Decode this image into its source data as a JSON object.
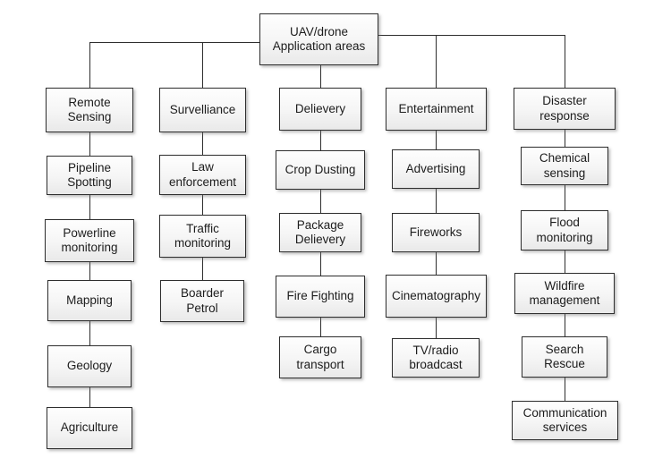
{
  "root": {
    "label": "UAV/drone Application areas"
  },
  "branches": [
    {
      "label": "Remote Sensing",
      "children": [
        "Pipeline Spotting",
        "Powerline monitoring",
        "Mapping",
        "Geology",
        "Agriculture"
      ]
    },
    {
      "label": "Survelliance",
      "children": [
        "Law enforcement",
        "Traffic monitoring",
        "Boarder Petrol"
      ]
    },
    {
      "label": "Delievery",
      "children": [
        "Crop Dusting",
        "Package Delievery",
        "Fire Fighting",
        "Cargo transport"
      ]
    },
    {
      "label": "Entertainment",
      "children": [
        "Advertising",
        "Fireworks",
        "Cinematography",
        "TV/radio broadcast"
      ]
    },
    {
      "label": "Disaster response",
      "children": [
        "Chemical sensing",
        "Flood monitoring",
        "Wildfire management",
        "Search Rescue",
        "Communication services"
      ]
    }
  ],
  "colors": {
    "background": "#ffffff",
    "box_border": "#2e2e2e",
    "box_fill_top": "#fefefe",
    "box_fill_bottom": "#e9e9e9",
    "connector_line": "#2e2e2e",
    "text": "#1c1c1c"
  }
}
